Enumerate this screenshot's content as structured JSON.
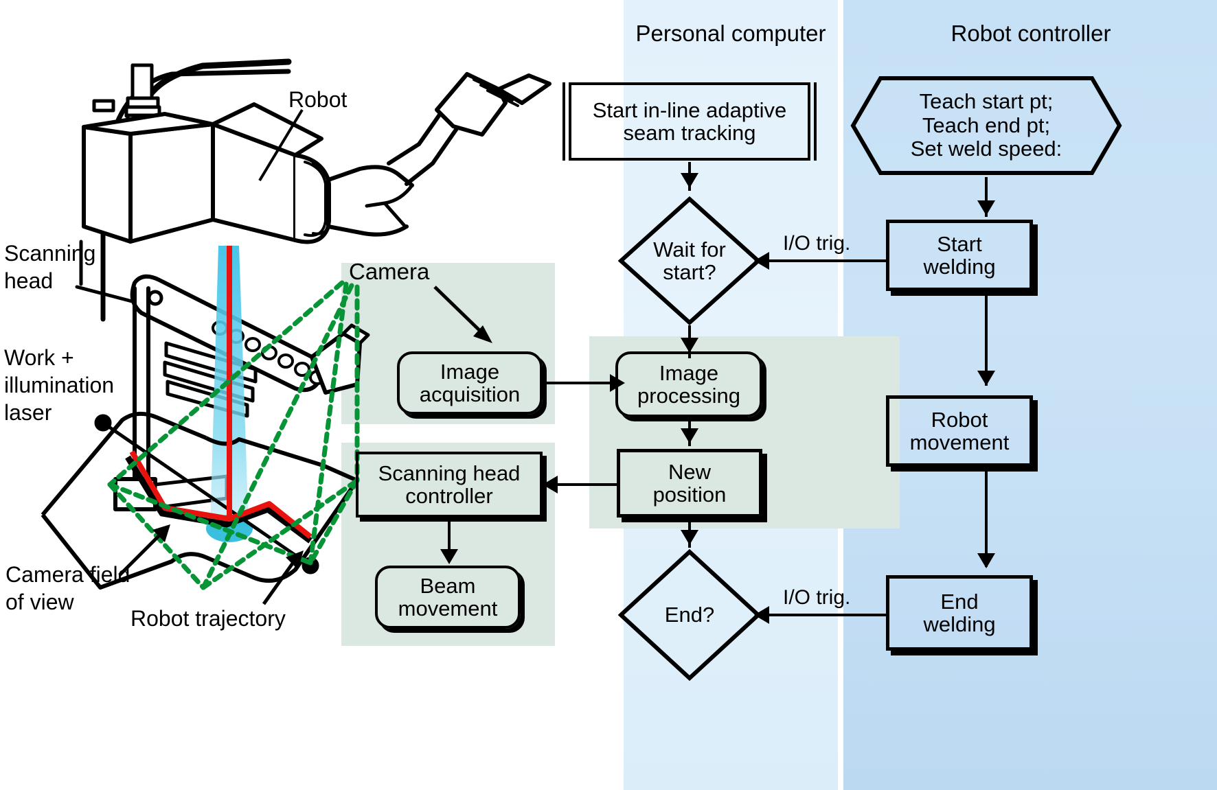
{
  "columns": {
    "personal_computer": {
      "title": "Personal computer",
      "bg": "#e4f2fc"
    },
    "robot_controller": {
      "title": "Robot controller",
      "bg": "#c6e0f5"
    }
  },
  "panels": {
    "camera_panel_bg": "#dbe8e2",
    "scanner_panel_bg": "#dbe8e2",
    "processing_panel_bg": "#dbe8e2"
  },
  "flow": {
    "start": "Start in-line adaptive\nseam tracking",
    "start_line1": "Start in-line adaptive",
    "start_line2": "seam tracking",
    "wait_for_start": "Wait for\nstart?",
    "wait_line1": "Wait for",
    "wait_line2": "start?",
    "image_processing_line1": "Image",
    "image_processing_line2": "processing",
    "new_position_line1": "New",
    "new_position_line2": "position",
    "end_decision": "End?",
    "image_acquisition_line1": "Image",
    "image_acquisition_line2": "acquisition",
    "scanning_head_controller_line1": "Scanning head",
    "scanning_head_controller_line2": "controller",
    "beam_movement_line1": "Beam",
    "beam_movement_line2": "movement",
    "teach_line1": "Teach start pt;",
    "teach_line2": "Teach end pt;",
    "teach_line3": "Set weld speed:",
    "start_welding_line1": "Start",
    "start_welding_line2": "welding",
    "robot_movement_line1": "Robot",
    "robot_movement_line2": "movement",
    "end_welding_line1": "End",
    "end_welding_line2": "welding"
  },
  "edges": {
    "io_trig_top": "I/O trig.",
    "io_trig_bottom": "I/O trig."
  },
  "illustration": {
    "camera_label": "Camera",
    "robot_label": "Robot",
    "scanning_head_label": "Scanning\nhead",
    "scanning_head_line1": "Scanning",
    "scanning_head_line2": "head",
    "work_laser_line1": "Work +",
    "work_laser_line2": "illumination",
    "work_laser_line3": "laser",
    "camera_fov_line1": "Camera field",
    "camera_fov_line2": "of view",
    "robot_trajectory_label": "Robot trajectory",
    "colors": {
      "laser_beam": "#3fc2e8",
      "trajectory": "#e8130f",
      "field_of_view": "#079437",
      "outline": "#000000"
    }
  }
}
